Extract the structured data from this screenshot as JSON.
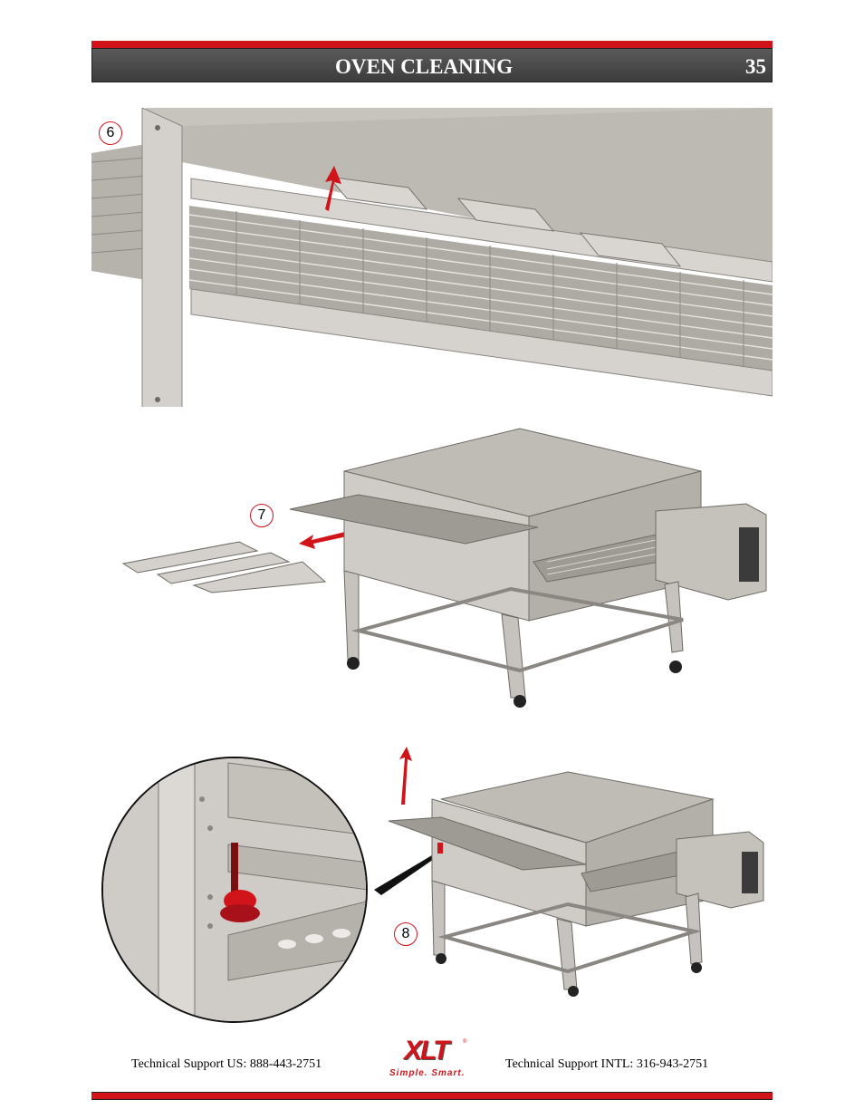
{
  "header": {
    "title": "OVEN CLEANING",
    "page_number": "35"
  },
  "steps": [
    "6",
    "7",
    "8"
  ],
  "footer": {
    "support_us": "Technical Support  US:  888-443-2751",
    "support_intl": "Technical Support  INTL:  316-943-2751"
  },
  "logo": {
    "wordmark": "XLT",
    "registered": "®",
    "tagline": "Simple. Smart."
  },
  "colors": {
    "accent_red": "#d0141a",
    "header_gray": "#4a4a4a",
    "steel": "#c9c6c1"
  },
  "icons": [
    "arrow-up-icon",
    "arrow-left-icon",
    "conveyor-oven-illustration",
    "zoom-callout-illustration"
  ]
}
